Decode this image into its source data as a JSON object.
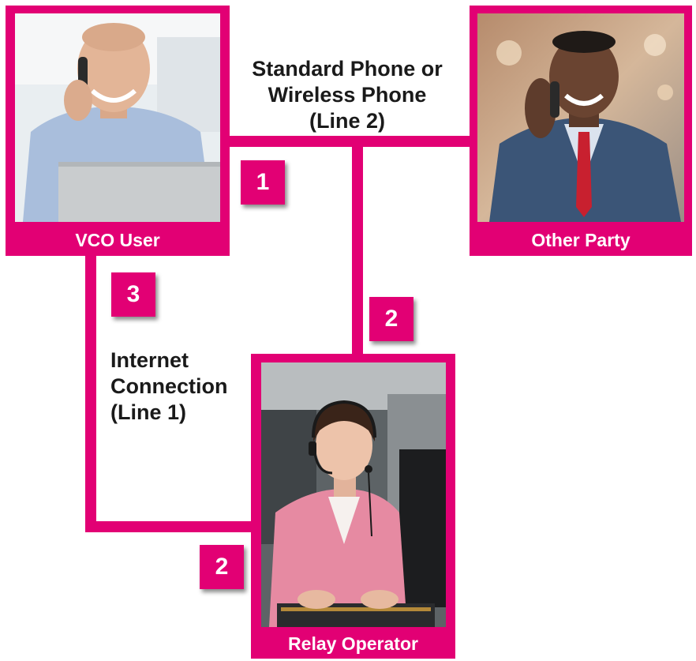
{
  "colors": {
    "accent": "#e20074",
    "text": "#1a1a1a"
  },
  "cards": {
    "vco_user": {
      "caption": "VCO User",
      "photo": "man-on-phone-at-laptop"
    },
    "other_party": {
      "caption": "Other Party",
      "photo": "man-in-suit-on-phone"
    },
    "relay_operator": {
      "caption": "Relay Operator",
      "photo": "woman-with-headset-at-keyboard"
    }
  },
  "labels": {
    "line2": [
      "Standard Phone or",
      "Wireless Phone",
      "(Line 2)"
    ],
    "line1": [
      "Internet",
      "Connection",
      "(Line 1)"
    ]
  },
  "badges": {
    "step_1": "1",
    "step_2_top": "2",
    "step_3": "3",
    "step_2_bottom": "2"
  }
}
